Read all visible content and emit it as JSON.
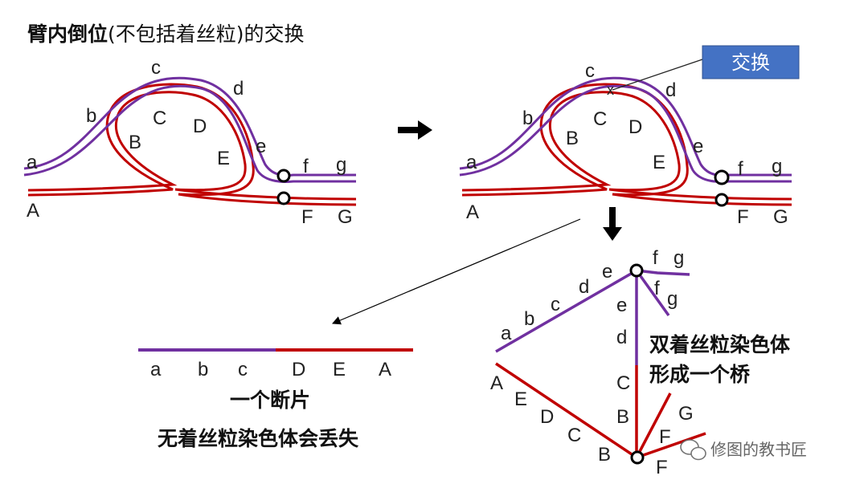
{
  "title": {
    "bold": "臂内倒位",
    "rest": "(不包括着丝粒)的交换"
  },
  "colors": {
    "purple": "#7030A0",
    "red": "#C00000",
    "callout": "#4472C4",
    "black": "#000000"
  },
  "left_diagram": {
    "upper_labels": [
      "a",
      "b",
      "c",
      "d",
      "e",
      "f",
      "g"
    ],
    "lower_labels": [
      "A",
      "B",
      "C",
      "D",
      "E",
      "F",
      "G"
    ]
  },
  "right_diagram": {
    "upper_labels": [
      "a",
      "b",
      "c",
      "d",
      "e",
      "f",
      "g"
    ],
    "lower_labels": [
      "A",
      "B",
      "C",
      "D",
      "E",
      "F",
      "G"
    ],
    "cross_mark": "x",
    "callout": "交换"
  },
  "fragment": {
    "labels": [
      "a",
      "b",
      "c",
      "D",
      "E",
      "A"
    ],
    "caption1": "一个断片",
    "caption2": "无着丝粒染色体会丢失"
  },
  "bridge": {
    "upper_chain": [
      "a",
      "b",
      "c",
      "d",
      "e",
      "f",
      "g"
    ],
    "upper_arm": [
      "e",
      "d",
      "f",
      "g"
    ],
    "lower_chain": [
      "A",
      "E",
      "D",
      "C",
      "B",
      "F"
    ],
    "lower_arm": [
      "C",
      "B",
      "G",
      "F"
    ],
    "caption1": "双着丝粒染色体",
    "caption2": "形成一个桥"
  },
  "watermark": "修图的教书匠",
  "icons": [
    "right-arrow-icon",
    "down-arrow-icon",
    "centromere-icon",
    "wechat-icon"
  ]
}
